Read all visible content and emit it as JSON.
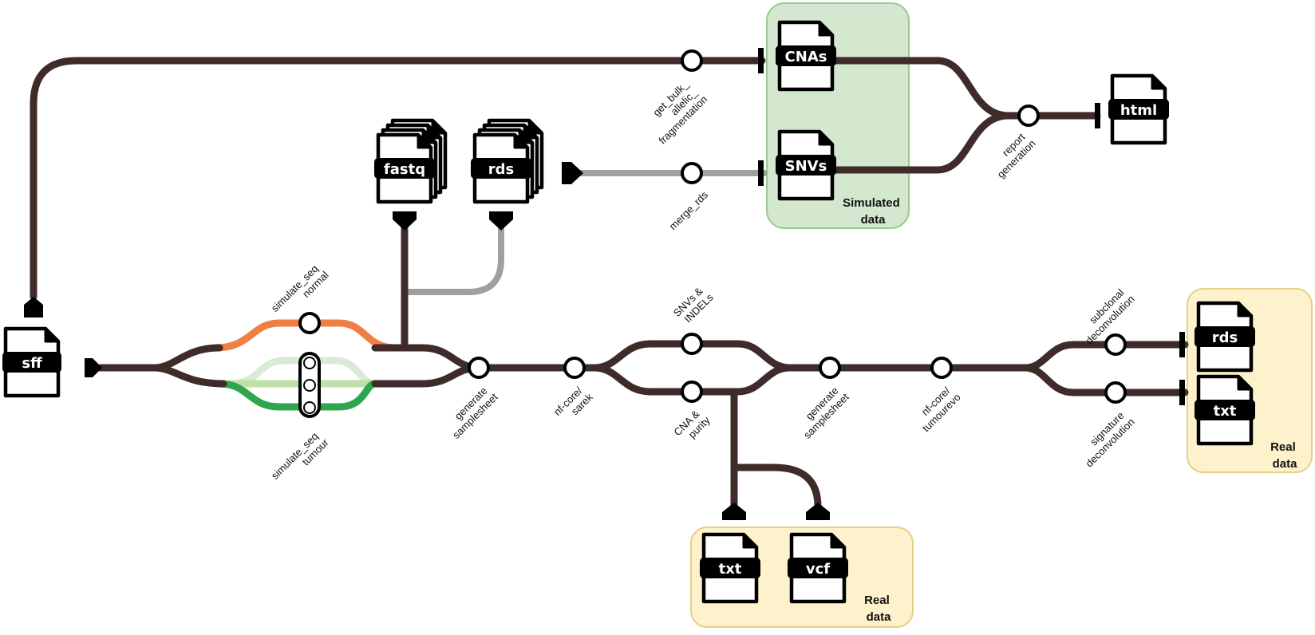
{
  "colors": {
    "main_line": "#3e2b2a",
    "grey_line": "#a0a0a0",
    "orange_line": "#ef7f45",
    "green_dark": "#2ea64e",
    "green_light": "#bfe0a8",
    "green_pale": "#d8ebd5",
    "simulated_box_fill": "#d3e8cf",
    "simulated_box_stroke": "#9acb8e",
    "real_box_fill": "#fdf2cb",
    "real_box_stroke": "#e6cf86"
  },
  "files": {
    "sff": "sff",
    "fastq": "fastq",
    "rds_stack": "rds",
    "cnas": "CNAs",
    "snvs": "SNVs",
    "html": "html",
    "rds_real": "rds",
    "txt_real_right": "txt",
    "txt_real_bottom": "txt",
    "vcf_real_bottom": "vcf"
  },
  "boxes": {
    "simulated": [
      "Simulated",
      "data"
    ],
    "real_bottom": [
      "Real",
      "data"
    ],
    "real_right": [
      "Real",
      "data"
    ]
  },
  "steps": {
    "get_bulk": [
      "get_bulk_",
      "allelic_",
      "fragmentation"
    ],
    "merge_rds": [
      "merge_rds"
    ],
    "report": [
      "report",
      "generation"
    ],
    "simulate_seq_normal": [
      "simulate_seq",
      "normal"
    ],
    "simulate_seq_tumour": [
      "simulate_seq",
      "tumour"
    ],
    "generate_samplesheet_1": [
      "generate",
      "samplesheet"
    ],
    "nfcore_sarek": [
      "nf-core/",
      "sarek"
    ],
    "snvs_indels": [
      "SNVs &",
      "INDELs"
    ],
    "cna_purity": [
      "CNA &",
      "purity"
    ],
    "generate_samplesheet_2": [
      "generate",
      "samplesheet"
    ],
    "nfcore_tumourevo": [
      "nf-core/",
      "tumourevo"
    ],
    "subclonal": [
      "subclonal",
      "deconvolution"
    ],
    "signature": [
      "signature",
      "deconvolution"
    ]
  }
}
